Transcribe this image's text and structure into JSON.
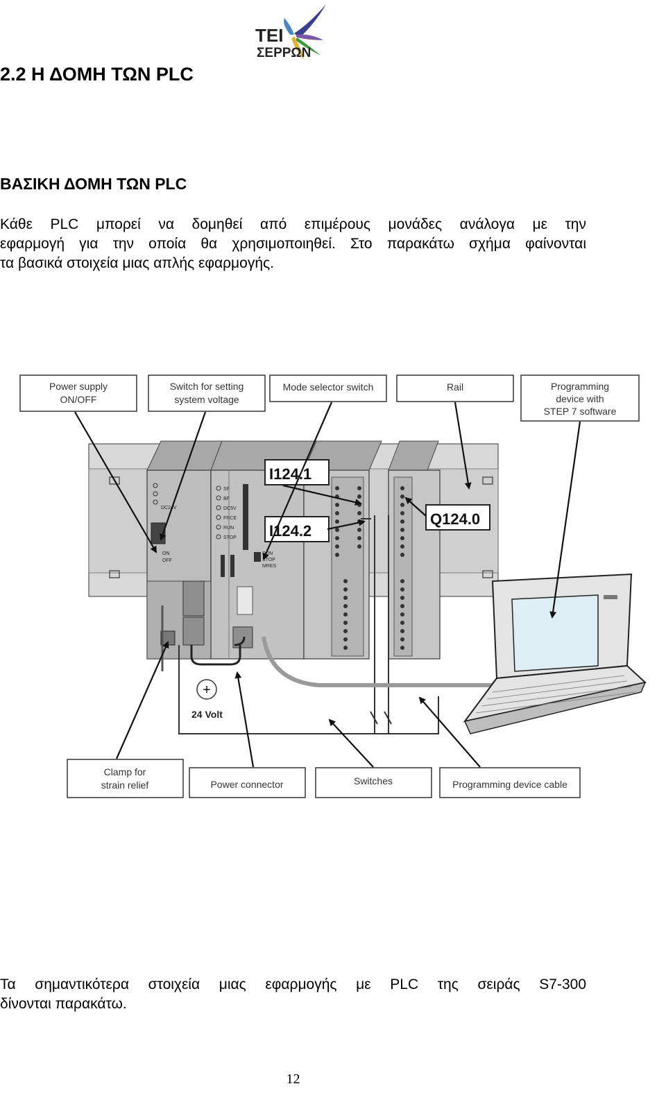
{
  "header": {
    "section_title": "2.2 Η ΔΟΜΗ ΤΩΝ PLC",
    "logo_text_top": "ΤΕΙ",
    "logo_text_bottom": "ΣΕΡΡΩΝ"
  },
  "subheading": "ΒΑΣΙΚΗ ΔΟΜΗ ΤΩΝ PLC",
  "intro": {
    "line1": "Κάθε PLC μπορεί να δομηθεί από επιμέρους μονάδες ανάλογα με την",
    "line2": "εφαρμογή για την οποία θα χρησιμοποιηθεί. Στο παρακάτω σχήμα φαίνονται",
    "line3": "τα βασικά στοιχεία μιας απλής εφαρμογής."
  },
  "figure": {
    "callouts_top": {
      "power_supply": [
        "Power supply",
        "ON/OFF"
      ],
      "switch_voltage": [
        "Switch for setting",
        "system voltage"
      ],
      "mode_selector": [
        "Mode selector switch"
      ],
      "rail": [
        "Rail"
      ],
      "programming_device": [
        "Programming",
        "device with",
        "STEP 7 software"
      ]
    },
    "callouts_bottom": {
      "clamp": [
        "Clamp for",
        "strain relief"
      ],
      "power_connector": [
        "Power connector"
      ],
      "switches": [
        "Switches"
      ],
      "programming_cable": [
        "Programming device cable"
      ]
    },
    "io_labels": {
      "input_1": "I124.1",
      "input_2": "I124.2",
      "output_0": "Q124.0"
    },
    "cpu_status": {
      "sf": "SF",
      "bf": "BF",
      "dcsv": "DC5V",
      "frce": "FRCE",
      "run": "RUN",
      "stop": "STOP"
    },
    "mode_positions": {
      "run": "RUN",
      "stop": "STOP",
      "mres": "MRES"
    },
    "power_switch": {
      "on": "ON",
      "off": "OFF"
    },
    "supply": {
      "label": "24 Volt",
      "symbol": "+"
    }
  },
  "outro": {
    "line1": "Τα σημαντικότερα στοιχεία μιας εφαρμογής με PLC της σειράς S7-300",
    "line2": "δίνονται παρακάτω."
  },
  "page_number": "12"
}
